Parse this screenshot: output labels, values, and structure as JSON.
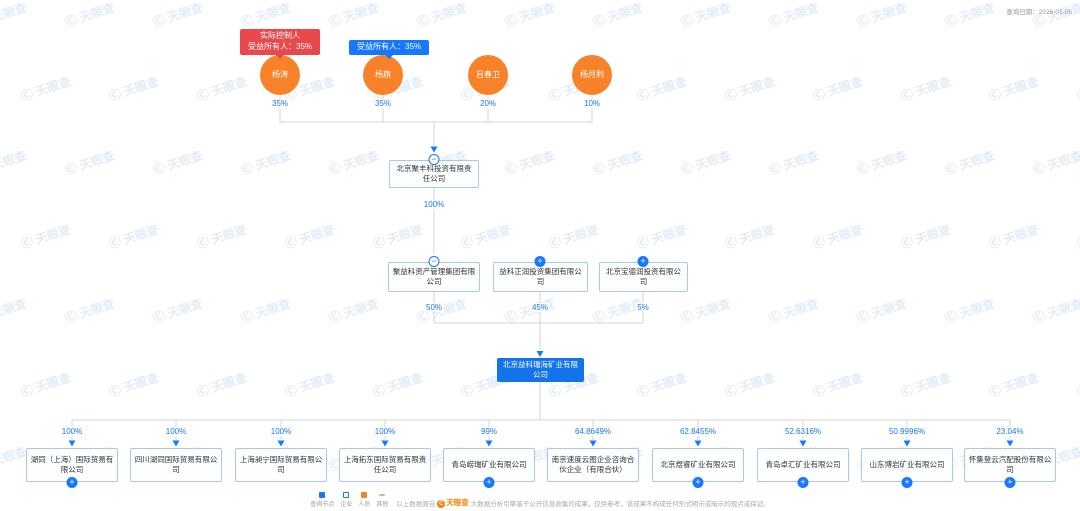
{
  "page": {
    "query_date": "查询日期：2026-01-06"
  },
  "tooltips": {
    "actual_controller_line1": "实际控制人",
    "actual_controller_line2": "受益所有人：35%",
    "beneficial_owner": "受益所有人：35%"
  },
  "shareholders": [
    {
      "name": "杨涛",
      "percent": "35%"
    },
    {
      "name": "杨旗",
      "percent": "35%"
    },
    {
      "name": "吕春卫",
      "percent": "20%"
    },
    {
      "name": "杨月利",
      "percent": "10%"
    }
  ],
  "level2": {
    "name": "北京聚丰科投资有限责任公司",
    "ownership_percent": "100%"
  },
  "level3": [
    {
      "name": "聚益科资产管理集团有限公司",
      "percent": "50%"
    },
    {
      "name": "益科正润投资集团有限公司",
      "percent": "45%"
    },
    {
      "name": "北京宝德润投资有限公司",
      "percent": "5%"
    }
  ],
  "target": {
    "name": "北京益科瑞海矿业有限公司"
  },
  "subsidiaries": [
    {
      "name": "湖同（上海）国际贸易有限公司",
      "percent": "100%"
    },
    {
      "name": "四川湖同国际贸易有限公司",
      "percent": "100%"
    },
    {
      "name": "上海昶宁国际贸易有限公司",
      "percent": "100%"
    },
    {
      "name": "上海拓东国际贸易有限责任公司",
      "percent": "100%"
    },
    {
      "name": "青岛崂瑞矿业有限公司",
      "percent": "99%"
    },
    {
      "name": "南京速度云图企业咨询合伙企业（有限合伙）",
      "percent": "64.8649%"
    },
    {
      "name": "北京煜睿矿业有限公司",
      "percent": "62.8455%"
    },
    {
      "name": "青岛卓汇矿业有限公司",
      "percent": "52.6316%"
    },
    {
      "name": "山东博岩矿业有限公司",
      "percent": "50.9996%"
    },
    {
      "name": "怀集登云汽配股份有限公司",
      "percent": "23.04%"
    }
  ],
  "footer": {
    "legend": [
      "查询节点",
      "企业",
      "人员",
      "其他"
    ],
    "prefix": "以上数据源自",
    "brand": "天眼查",
    "brand_c": "C",
    "suffix": "大数据分析引擎基于公开信息收集的成果，仅供参考，该成果不构成任何形式明示或暗示的观点或保证。"
  },
  "watermark": "天眼查",
  "colors": {
    "accent_blue": "#1678ff",
    "person_orange": "#f7822a",
    "controller_red": "#e8494d",
    "target_blue": "#1373ec"
  }
}
